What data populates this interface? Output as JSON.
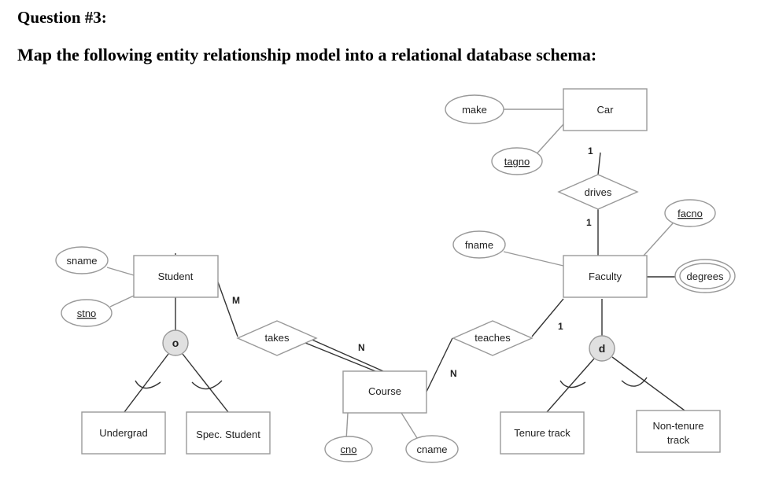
{
  "question": {
    "title": "Question #3:",
    "instruction": "Map the following entity relationship model into a relational database schema:"
  },
  "entities": {
    "car": "Car",
    "student": "Student",
    "faculty": "Faculty",
    "course": "Course",
    "undergrad": "Undergrad",
    "spec_student": "Spec. Student",
    "tenure_track": "Tenure track",
    "non_tenure_track_line1": "Non-tenure",
    "non_tenure_track_line2": "track"
  },
  "attributes": {
    "make": "make",
    "tagno": "tagno",
    "fname": "fname",
    "facno": "facno",
    "degrees": "degrees",
    "sname": "sname",
    "stno": "stno",
    "cno": "cno",
    "cname": "cname"
  },
  "relationships": {
    "drives": "drives",
    "takes": "takes",
    "teaches": "teaches"
  },
  "cardinalities": {
    "drives_car": "1",
    "drives_faculty": "1",
    "takes_student": "M",
    "takes_course": "N",
    "teaches_faculty": "1",
    "teaches_course": "N"
  },
  "specializations": {
    "student": "o",
    "faculty": "d"
  },
  "colors": {
    "text": "#222222",
    "stroke": "#999999",
    "circle_fill": "#e0e0e0"
  }
}
